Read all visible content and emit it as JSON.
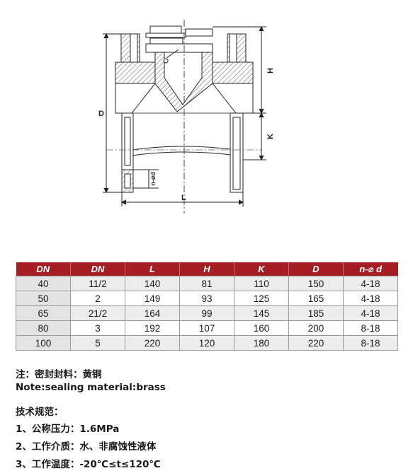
{
  "drawing": {
    "dimension_labels": {
      "H": "H",
      "D": "D",
      "K": "K",
      "L": "L",
      "nd": "n-ød"
    }
  },
  "table": {
    "headers": [
      "DN",
      "DN",
      "L",
      "H",
      "K",
      "D",
      "n-⌀ d"
    ],
    "rows": [
      [
        "40",
        "11/2",
        "140",
        "81",
        "110",
        "150",
        "4-18"
      ],
      [
        "50",
        "2",
        "149",
        "93",
        "125",
        "165",
        "4-18"
      ],
      [
        "65",
        "21/2",
        "164",
        "99",
        "145",
        "185",
        "4-18"
      ],
      [
        "80",
        "3",
        "192",
        "107",
        "160",
        "200",
        "8-18"
      ],
      [
        "100",
        "5",
        "220",
        "120",
        "180",
        "220",
        "8-18"
      ]
    ]
  },
  "notes": {
    "note_cn": "注：密封封料：黄铜",
    "note_en": "Note:sealing material:brass",
    "spec_title": "技术规范：",
    "spec_items": [
      "1、公称压力：1.6MPa",
      "2、工作介质：水、非腐蚀性液体",
      "3、工作温度：-20℃≤t≤120℃"
    ]
  },
  "colors": {
    "header_bg": "#a41e24",
    "header_text": "#ffffff",
    "row_alt": "#ececec"
  }
}
